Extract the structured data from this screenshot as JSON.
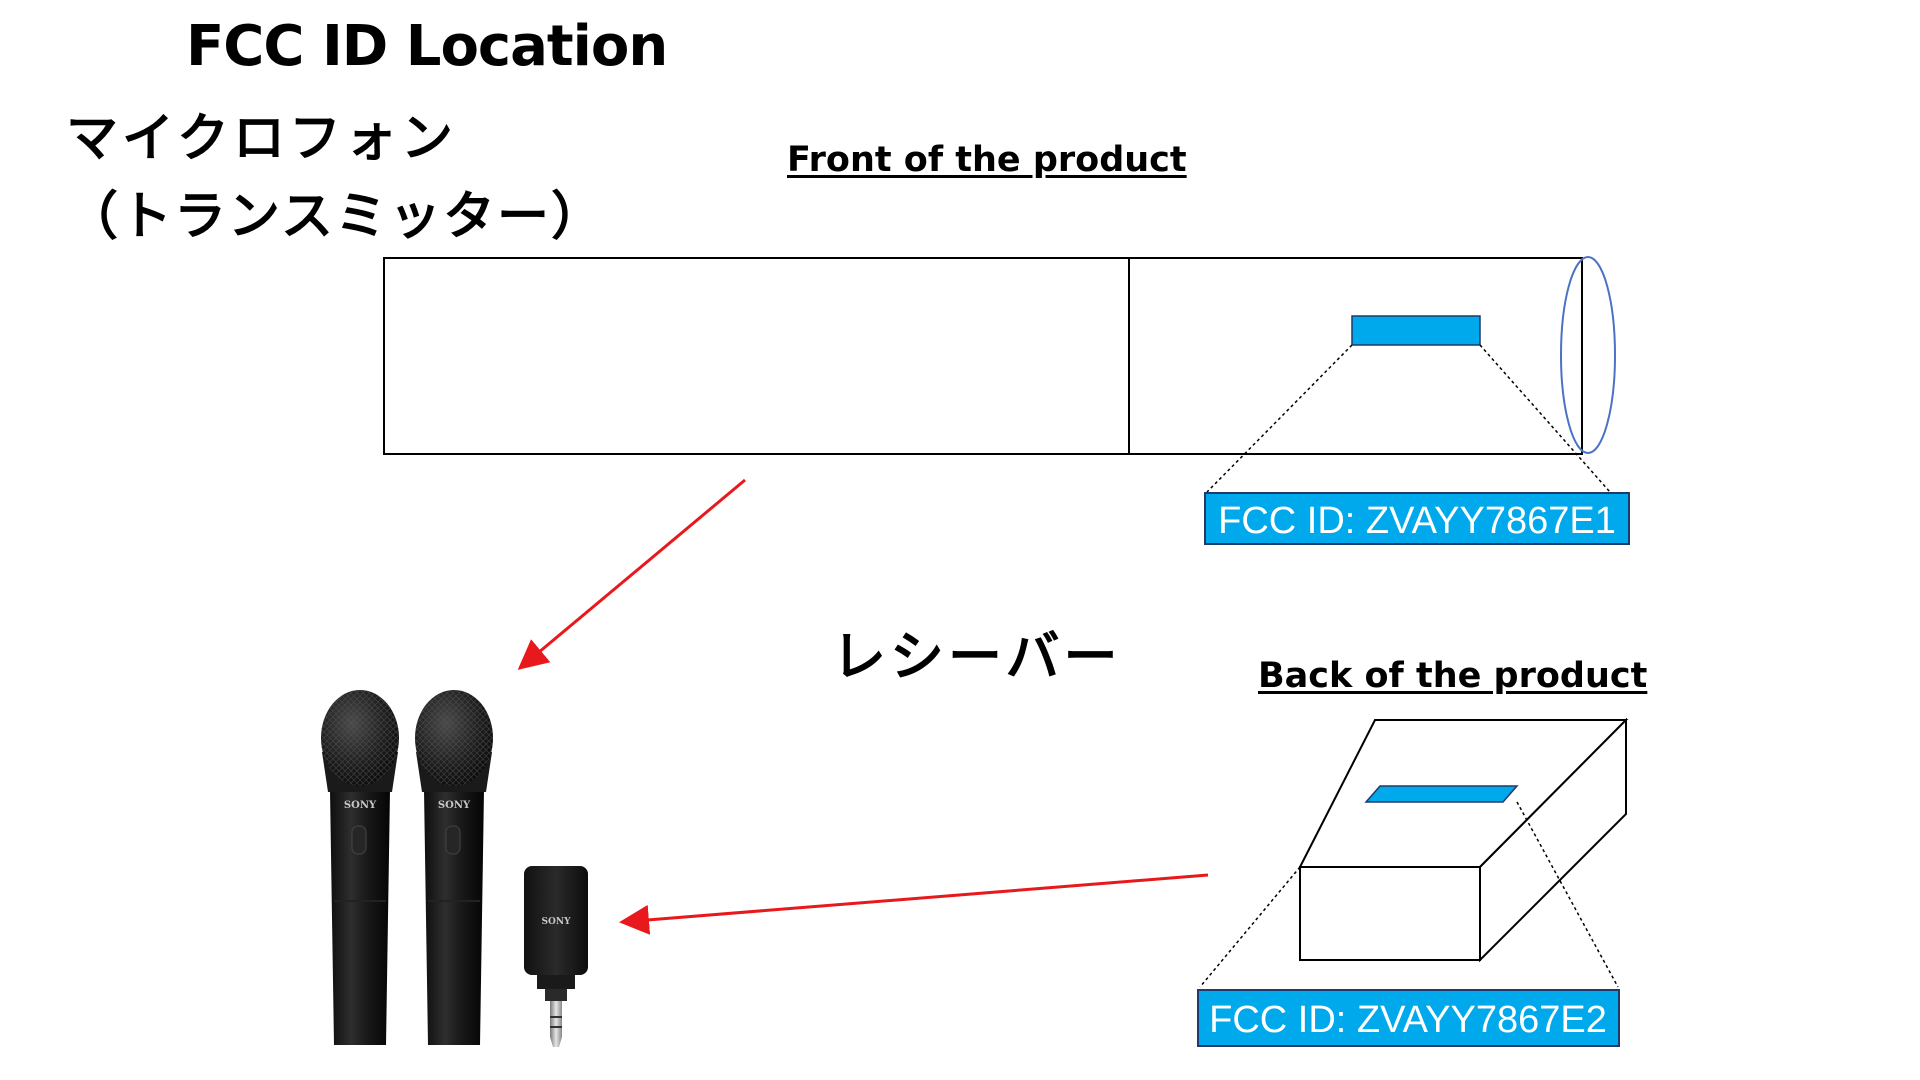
{
  "title": "FCC ID Location",
  "microphone": {
    "heading_line1": "マイクロフォン",
    "heading_line2": "（トランスミッター）",
    "front_caption": "Front of the product",
    "fcc_id": "FCC ID: ZVAYY7867E1"
  },
  "receiver": {
    "heading": "レシーバー",
    "back_caption": "Back of the product",
    "fcc_id": "FCC ID: ZVAYY7867E2"
  },
  "product_photo": {
    "brand": "SONY"
  },
  "colors": {
    "label_fill": "#00a8ec",
    "label_border": "#1f3a6b",
    "arrow": "#e8191c",
    "cap_outline": "#4c72c4"
  }
}
